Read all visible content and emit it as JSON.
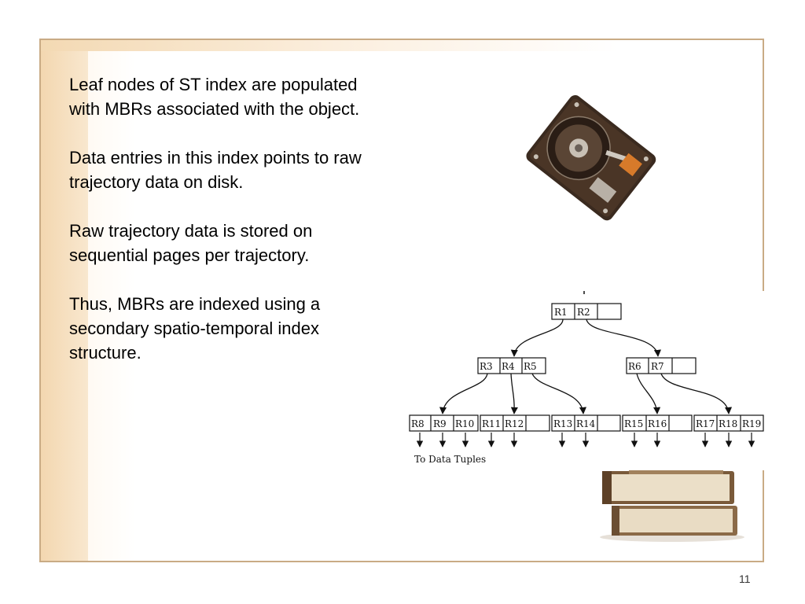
{
  "slide": {
    "paragraphs": [
      "Leaf nodes of ST index are populated with MBRs associated with the object.",
      "Data entries in this index points to raw trajectory data on disk.",
      "Raw trajectory data is stored on sequential pages per trajectory.",
      "Thus, MBRs are indexed using a secondary spatio-temporal index structure."
    ],
    "page_number": "11"
  },
  "tree": {
    "root": [
      "R1",
      "R2"
    ],
    "level2": [
      [
        "R3",
        "R4",
        "R5"
      ],
      [
        "R6",
        "R7"
      ]
    ],
    "leaves": [
      [
        "R8",
        "R9",
        "R10"
      ],
      [
        "R11",
        "R12"
      ],
      [
        "R13",
        "R14"
      ],
      [
        "R15",
        "R16"
      ],
      [
        "R17",
        "R18",
        "R19"
      ]
    ],
    "data_label": "To Data Tuples"
  },
  "icons": [
    "hard-disk-icon",
    "books-icon"
  ]
}
